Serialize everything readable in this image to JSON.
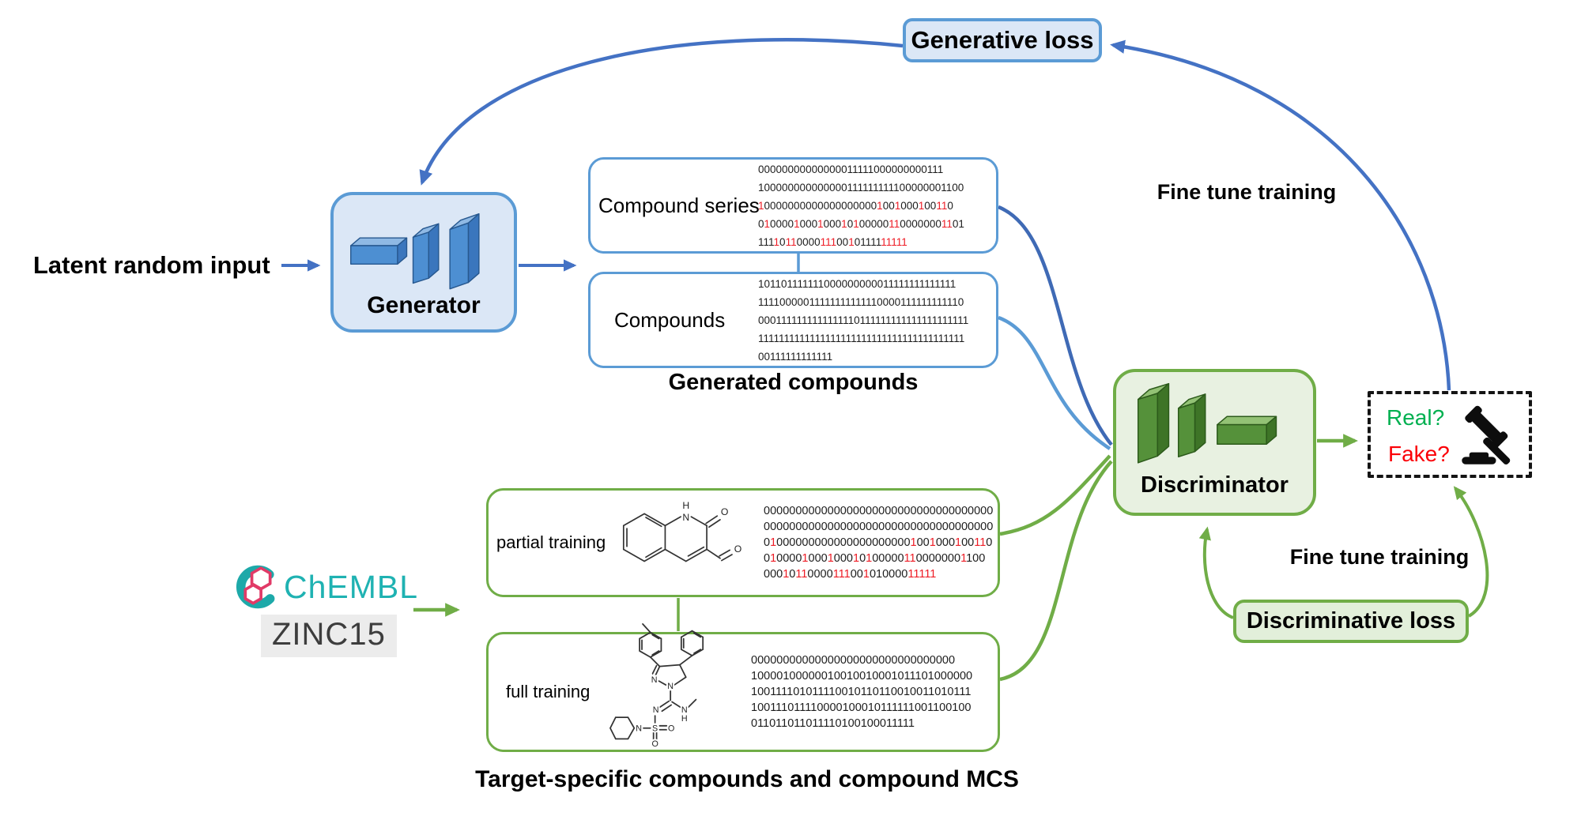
{
  "colors": {
    "blue_accent": "#4472c4",
    "blue_light": "#5b9bd5",
    "green": "#70ad47",
    "binary_red": "#ee1c25",
    "real_green": "#00b050",
    "fake_red": "#fb0007",
    "chembl_teal": "#1fb2b2"
  },
  "nodes": {
    "generative_loss": {
      "label": "Generative loss"
    },
    "latent_input": {
      "label": "Latent random input"
    },
    "generator": {
      "label": "Generator"
    },
    "compound_series": {
      "label": "Compound  series"
    },
    "compounds": {
      "label": "Compounds"
    },
    "generated_compounds_caption": "Generated compounds",
    "fine_tune_top": "Fine tune training",
    "fine_tune_bottom": "Fine tune training",
    "discriminator": {
      "label": "Discriminator"
    },
    "judge": {
      "real": "Real?",
      "fake": "Fake?"
    },
    "partial_training": {
      "label": "partial  training"
    },
    "full_training": {
      "label": "full  training"
    },
    "target_caption": "Target-specific compounds and compound MCS",
    "discriminative_loss": {
      "label": "Discriminative loss"
    },
    "sources": {
      "chembl": "ChEMBL",
      "zinc": "ZINC15"
    }
  },
  "binary": {
    "compound_series": [
      [
        {
          "t": "00000000000000011111000000000111"
        }
      ],
      [
        {
          "t": "100000000000000111111111100000001100"
        }
      ],
      [
        {
          "t": "1",
          "r": true
        },
        {
          "t": "0000000000000000000"
        },
        {
          "t": "1",
          "r": true
        },
        {
          "t": "00"
        },
        {
          "t": "1",
          "r": true
        },
        {
          "t": "000"
        },
        {
          "t": "1",
          "r": true
        },
        {
          "t": "00"
        },
        {
          "t": "11",
          "r": true
        },
        {
          "t": "0"
        }
      ],
      [
        {
          "t": "0"
        },
        {
          "t": "1",
          "r": true
        },
        {
          "t": "0000"
        },
        {
          "t": "1",
          "r": true
        },
        {
          "t": "000"
        },
        {
          "t": "1",
          "r": true
        },
        {
          "t": "000"
        },
        {
          "t": "1",
          "r": true
        },
        {
          "t": "0"
        },
        {
          "t": "1",
          "r": true
        },
        {
          "t": "00000"
        },
        {
          "t": "11",
          "r": true
        },
        {
          "t": "0000000"
        },
        {
          "t": "11",
          "r": true
        },
        {
          "t": "01"
        }
      ],
      [
        {
          "t": "111"
        },
        {
          "t": "1",
          "r": true
        },
        {
          "t": "0"
        },
        {
          "t": "11",
          "r": true
        },
        {
          "t": "0000"
        },
        {
          "t": "111",
          "r": true
        },
        {
          "t": "00"
        },
        {
          "t": "1",
          "r": true
        },
        {
          "t": "0"
        },
        {
          "t": "1111"
        },
        {
          "t": "11111",
          "r": true
        }
      ]
    ],
    "compounds": [
      [
        {
          "t": "101101111111000000000011111111111111"
        }
      ],
      [
        {
          "t": "11110000011111111111110000111111111110"
        }
      ],
      [
        {
          "t": "0001111111111111110111111111111111111111"
        }
      ],
      [
        {
          "t": "1111111111111111111111111111111111111111"
        }
      ],
      [
        {
          "t": "00111111111111"
        }
      ]
    ],
    "partial": [
      [
        {
          "t": "000000000000000000000000000000000000"
        }
      ],
      [
        {
          "t": "000000000000000000000000000000000000"
        }
      ],
      [
        {
          "t": "0"
        },
        {
          "t": "1",
          "r": true
        },
        {
          "t": "000000000000000000000"
        },
        {
          "t": "1",
          "r": true
        },
        {
          "t": "00"
        },
        {
          "t": "1",
          "r": true
        },
        {
          "t": "000"
        },
        {
          "t": "1",
          "r": true
        },
        {
          "t": "00"
        },
        {
          "t": "11",
          "r": true
        },
        {
          "t": "0"
        }
      ],
      [
        {
          "t": "0"
        },
        {
          "t": "1",
          "r": true
        },
        {
          "t": "0000"
        },
        {
          "t": "1",
          "r": true
        },
        {
          "t": "000"
        },
        {
          "t": "1",
          "r": true
        },
        {
          "t": "000"
        },
        {
          "t": "1",
          "r": true
        },
        {
          "t": "0"
        },
        {
          "t": "1",
          "r": true
        },
        {
          "t": "00000"
        },
        {
          "t": "11",
          "r": true
        },
        {
          "t": "0000000"
        },
        {
          "t": "1",
          "r": true
        },
        {
          "t": "100"
        }
      ],
      [
        {
          "t": "000"
        },
        {
          "t": "1",
          "r": true
        },
        {
          "t": "0"
        },
        {
          "t": "11",
          "r": true
        },
        {
          "t": "0000"
        },
        {
          "t": "111",
          "r": true
        },
        {
          "t": "00"
        },
        {
          "t": "1",
          "r": true
        },
        {
          "t": "0"
        },
        {
          "t": "10000"
        },
        {
          "t": "11111",
          "r": true
        }
      ]
    ],
    "full": [
      [
        {
          "t": "00000000000000000000000000000000"
        }
      ],
      [
        {
          "t": "10000100000010010010001011101000000"
        }
      ],
      [
        {
          "t": "100111101011110010110110010011010111"
        }
      ],
      [
        {
          "t": "100111011110000100010111111001100100"
        }
      ],
      [
        {
          "t": "011011011011110100100011111"
        }
      ]
    ]
  },
  "molecules": {
    "partial": {
      "atoms": [
        "H",
        "N",
        "O",
        "O"
      ]
    },
    "full": {
      "atoms": [
        "N",
        "N",
        "N",
        "N",
        "H",
        "S",
        "O",
        "O",
        "N"
      ]
    }
  }
}
